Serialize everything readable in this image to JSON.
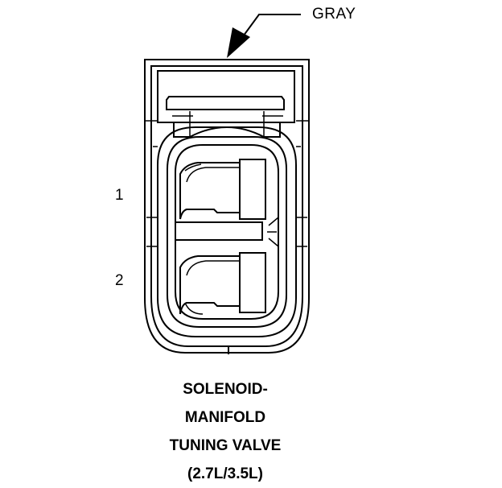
{
  "diagram": {
    "color_callout": "GRAY",
    "pins": [
      {
        "label": "1"
      },
      {
        "label": "2"
      }
    ],
    "caption_lines": [
      "SOLENOID-",
      "MANIFOLD",
      "TUNING VALVE",
      "(2.7L/3.5L)"
    ]
  },
  "colors": {
    "line": "#000000",
    "background": "#ffffff"
  }
}
